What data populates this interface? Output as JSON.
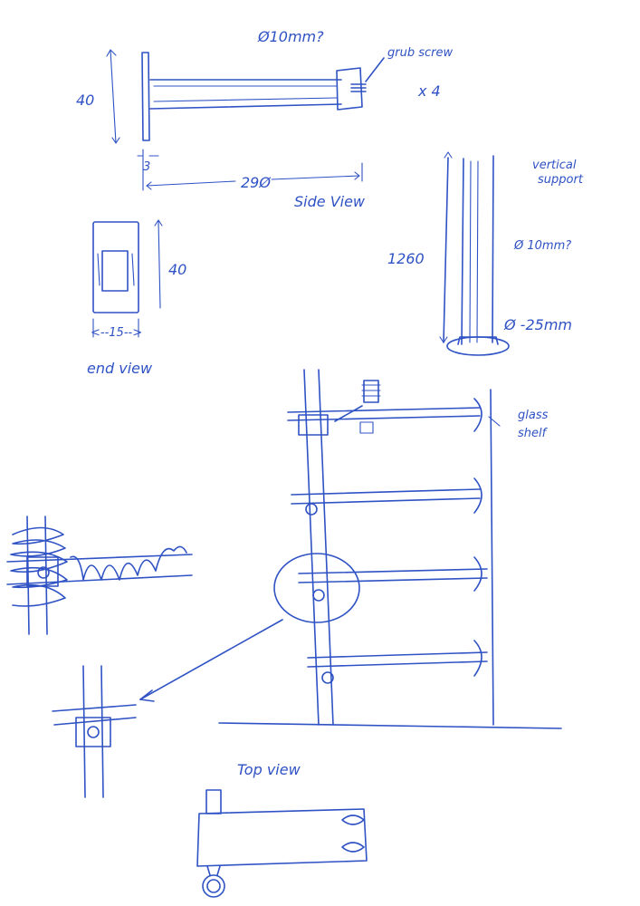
{
  "sketch": {
    "side_view": {
      "rod_diameter": "Ø10mm?",
      "grub_screw": "grub screw",
      "quantity": "x 4",
      "height": "40",
      "thickness": "3",
      "length": "29Ø",
      "caption": "Side View"
    },
    "end_view": {
      "height": "40",
      "width": "<--15-->",
      "caption": "end view"
    },
    "vertical_support": {
      "title_line1": "vertical",
      "title_line2": "support",
      "height": "1260",
      "rod_diameter": "Ø 10mm?",
      "base_diameter": "Ø -25mm"
    },
    "assembly": {
      "glass_label_line1": "glass",
      "glass_label_line2": "shelf"
    },
    "top_view": {
      "caption": "Top view"
    }
  }
}
